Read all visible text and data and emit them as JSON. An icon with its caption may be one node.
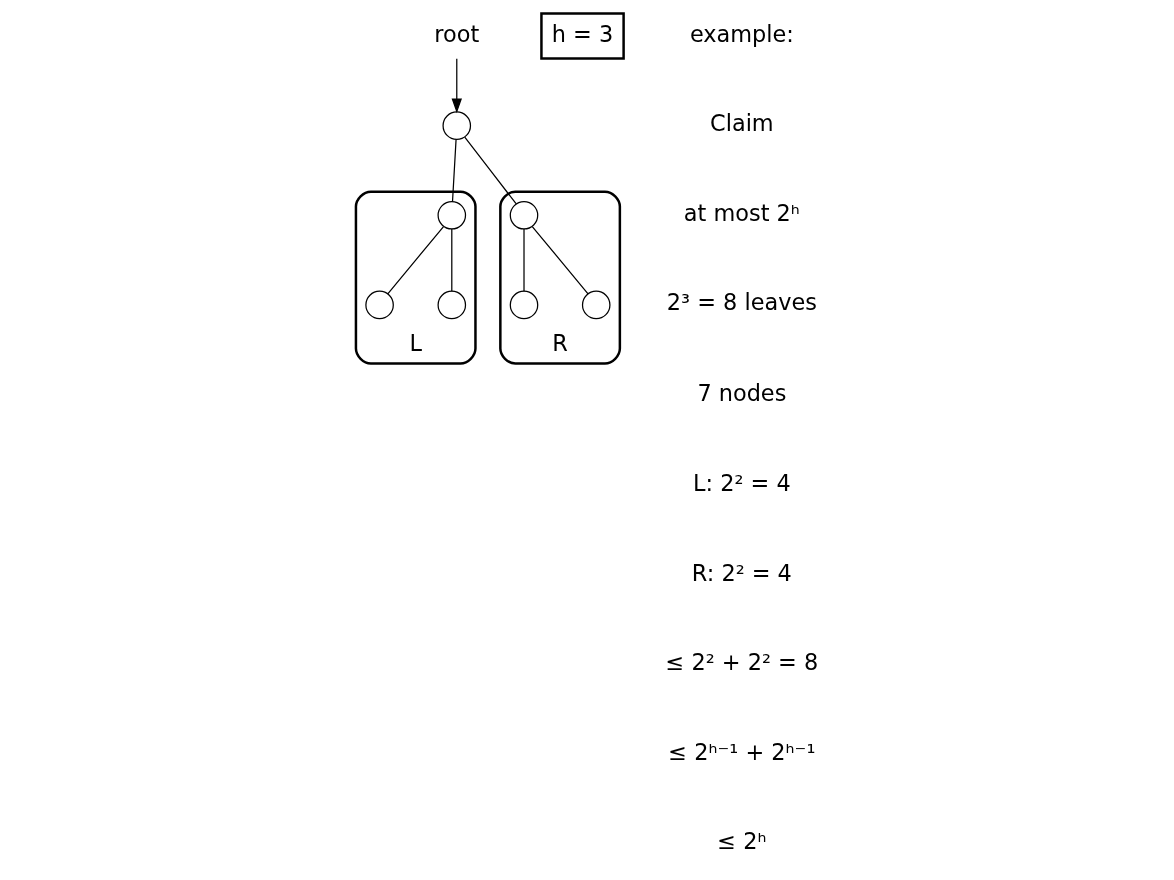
{
  "diagram": {
    "nodes": [
      {
        "text": [
          "root"
        ]
      },
      {
        "text": [],
        "shape": "circle"
      },
      {
        "text": [
          "L"
        ]
      },
      {
        "text": [],
        "shape": "circle",
        "in": 2
      },
      {
        "text": [],
        "shape": "circle",
        "in": 2
      },
      {
        "text": [],
        "shape": "circle",
        "in": 2
      },
      {
        "text": [
          "R"
        ]
      },
      {
        "text": [],
        "shape": "circle",
        "in": 6
      },
      {
        "text": [],
        "shape": "circle",
        "in": 6
      },
      {
        "text": [],
        "shape": "circle",
        "in": 6
      },
      {
        "text": [
          "h = 3"
        ]
      }
    ],
    "edges": [
      {
        "from": 0,
        "to": 1,
        "arrow": "to"
      },
      {
        "from": 1,
        "to": 3,
        "arrow": "none"
      },
      {
        "from": 1,
        "to": 7,
        "arrow": "none"
      },
      {
        "from": 3,
        "to": 4,
        "arrow": "none"
      },
      {
        "from": 3,
        "to": 5,
        "arrow": "none"
      },
      {
        "from": 7,
        "to": 8,
        "arrow": "none"
      },
      {
        "from": 7,
        "to": 9,
        "arrow": "none"
      }
    ],
    "labels": [
      "example:",
      "Claim",
      "at most 2ʰ",
      "2³ = 8 leaves",
      "7 nodes",
      "L: 2² = 4",
      "R: 2² = 4",
      "≤ 2² + 2² = 8",
      "≤ 2ʰ⁻¹ + 2ʰ⁻¹",
      "≤ 2ʰ"
    ]
  }
}
